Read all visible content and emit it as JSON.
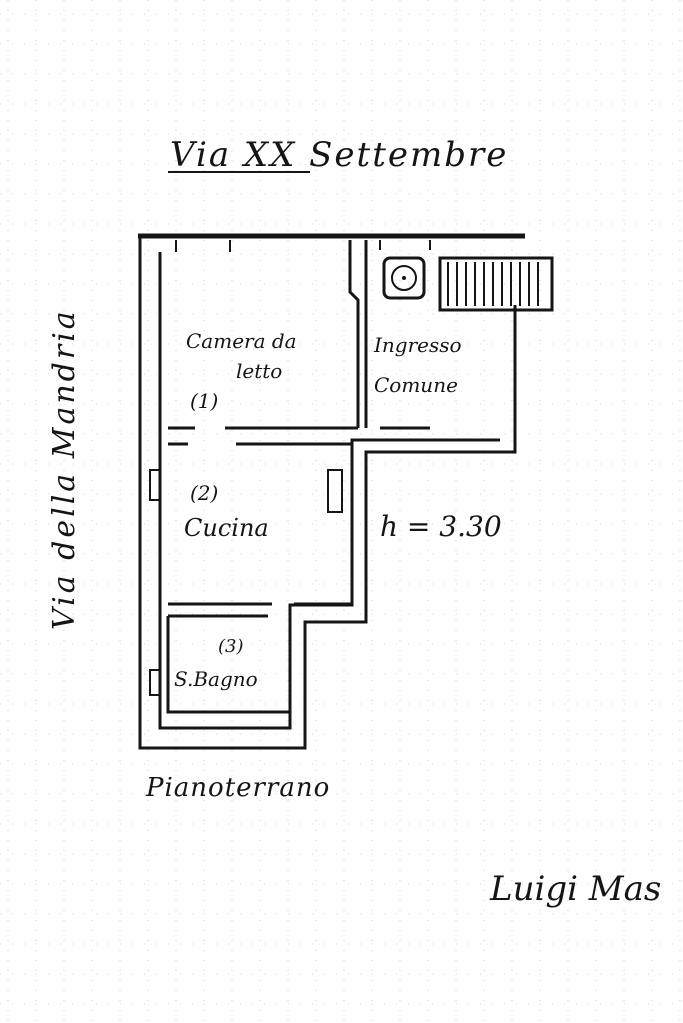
{
  "street_top": "Via XX Settembre",
  "street_left": "Via della Mandria",
  "rooms": [
    {
      "label": "Camera da letto",
      "number": "(1)"
    },
    {
      "label": "Ingresso Comune"
    },
    {
      "label": "Cucina",
      "number": "(2)"
    },
    {
      "label": "S.Bagno",
      "number": "(3)"
    }
  ],
  "height_note": "h = 3.30",
  "floor_label": "Pianoterrano",
  "signature": "Luigi Mas",
  "colors": {
    "ink": "#151515",
    "paper": "#ffffff",
    "grid": "#9a9a9a"
  }
}
